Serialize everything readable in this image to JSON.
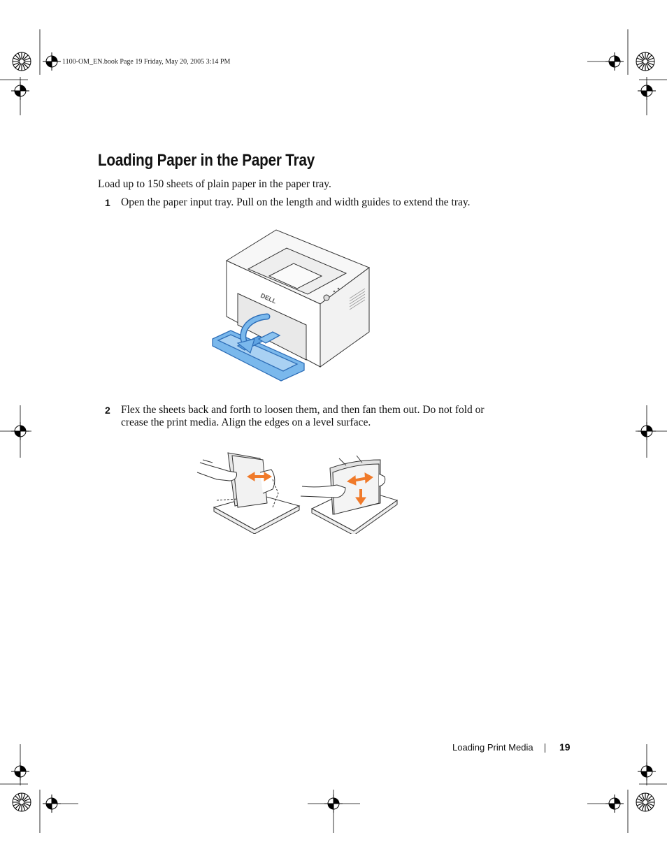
{
  "header": {
    "slug": "1100-OM_EN.book  Page 19  Friday, May 20, 2005  3:14 PM"
  },
  "section": {
    "title": "Loading Paper in the Paper Tray",
    "intro": "Load up to 150 sheets of plain paper in the paper tray."
  },
  "steps": [
    {
      "number": "1",
      "text": "Open the paper input tray. Pull on the length and width guides to extend the tray."
    },
    {
      "number": "2",
      "text": "Flex the sheets back and forth to loosen them, and then fan them out. Do not fold or crease the print media. Align the edges on a level surface."
    }
  ],
  "illustrations": {
    "printer_logo": "DELL"
  },
  "footer": {
    "chapter": "Loading Print Media",
    "page": "19"
  },
  "colors": {
    "tray_blue": "#7ab8ec",
    "tray_blue_dark": "#2f6fb8",
    "arrow_orange": "#f07a2a",
    "registration_gray": "#666666"
  }
}
